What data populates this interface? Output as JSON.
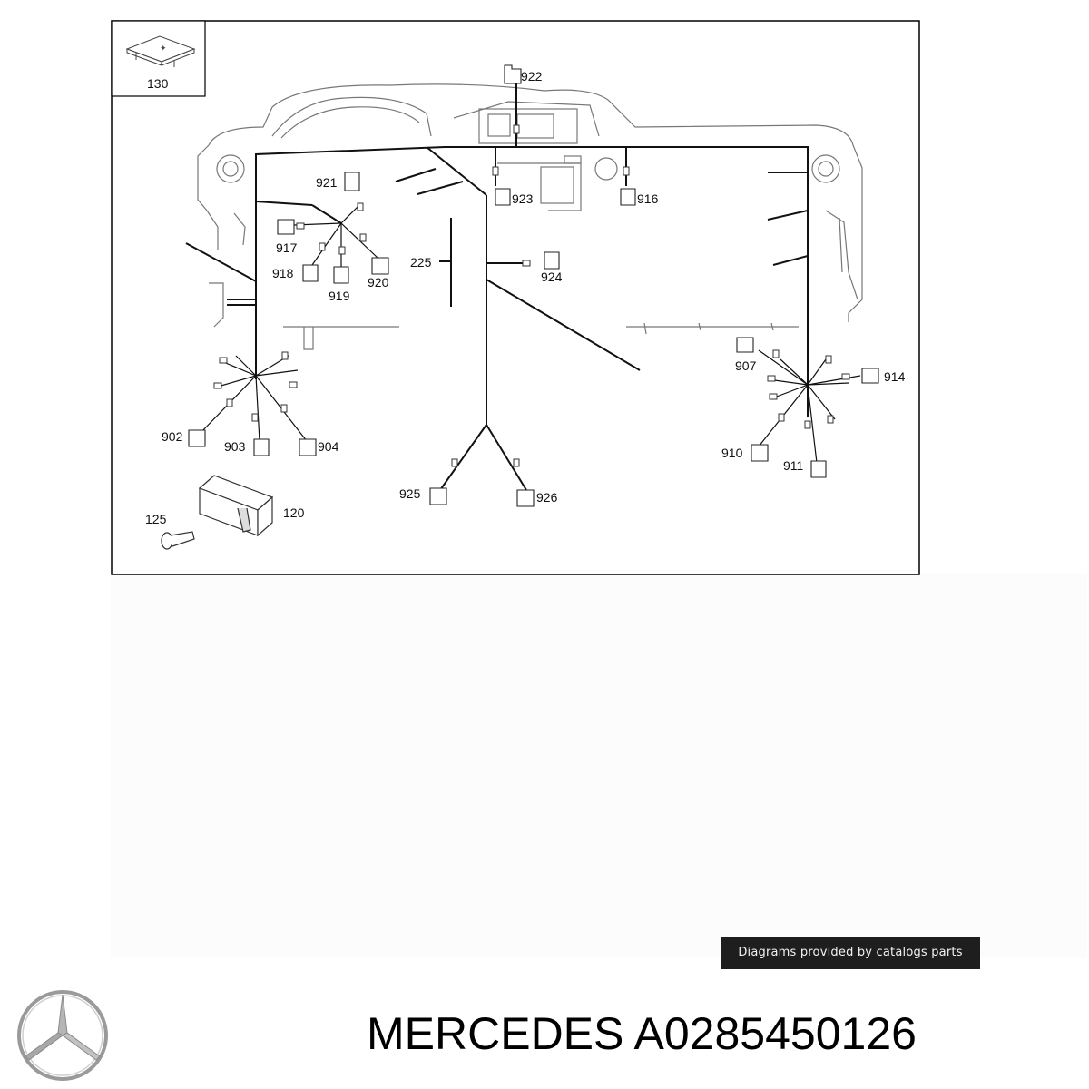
{
  "diagram": {
    "callouts": {
      "c130": "130",
      "c922": "922",
      "c921": "921",
      "c923": "923",
      "c916": "916",
      "c917": "917",
      "c918": "918",
      "c919": "919",
      "c920": "920",
      "c225": "225",
      "c924": "924",
      "c907": "907",
      "c914": "914",
      "c902": "902",
      "c903": "903",
      "c904": "904",
      "c910": "910",
      "c911": "911",
      "c925": "925",
      "c926": "926",
      "c125": "125",
      "c120": "120"
    }
  },
  "footer": {
    "credit": "Diagrams provided by catalogs parts",
    "brand": "MERCEDES",
    "part_number": "A0285450126",
    "logo_icon": "mercedes-star-icon"
  }
}
